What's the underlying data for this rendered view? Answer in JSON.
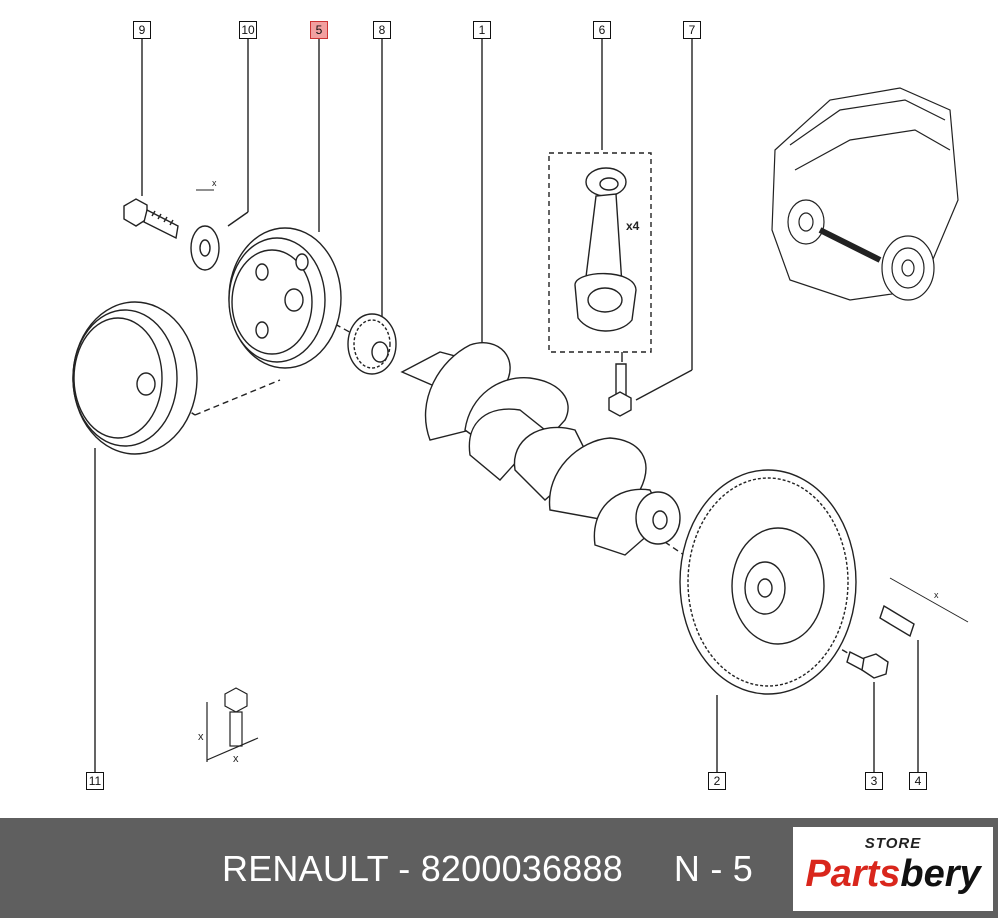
{
  "diagram": {
    "callouts": [
      {
        "id": "9",
        "label": "9"
      },
      {
        "id": "10",
        "label": "10"
      },
      {
        "id": "5",
        "label": "5",
        "highlighted": true
      },
      {
        "id": "8",
        "label": "8"
      },
      {
        "id": "1",
        "label": "1"
      },
      {
        "id": "6",
        "label": "6"
      },
      {
        "id": "7",
        "label": "7"
      },
      {
        "id": "11",
        "label": "11"
      },
      {
        "id": "2",
        "label": "2"
      },
      {
        "id": "3",
        "label": "3"
      },
      {
        "id": "4",
        "label": "4"
      }
    ],
    "annotations": {
      "rod_count": "x4",
      "washer_dim": "x",
      "dowel_dim": "x",
      "bolt_dim_vertical": "x",
      "bolt_dim_horizontal": "x"
    },
    "highlight_color": "#f2a0a0"
  },
  "footer": {
    "text": "RENAULT - 8200036888     N - 5",
    "background_color": "#5f5f5f"
  },
  "logo": {
    "store": "STORE",
    "brand_part1": "Parts",
    "brand_part2": "bery",
    "accent_color": "#d9261c"
  }
}
